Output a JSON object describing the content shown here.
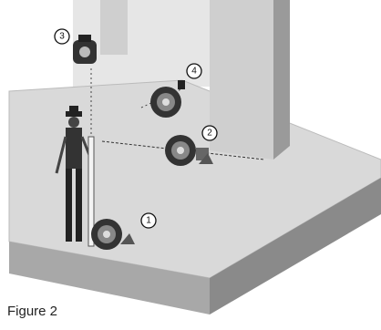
{
  "figure": {
    "caption": "Figure 2",
    "callouts": [
      "1",
      "2",
      "3",
      "4"
    ]
  },
  "icons": [
    "laser-level-icon",
    "person-icon",
    "laser-detector-icon"
  ],
  "colors": {
    "slab_top": "#d9d9d9",
    "slab_side": "#aaaaaa",
    "slab_right": "#888888",
    "wall_front": "#cfcfcf",
    "wall_side": "#9a9a9a",
    "ink": "#111111"
  }
}
